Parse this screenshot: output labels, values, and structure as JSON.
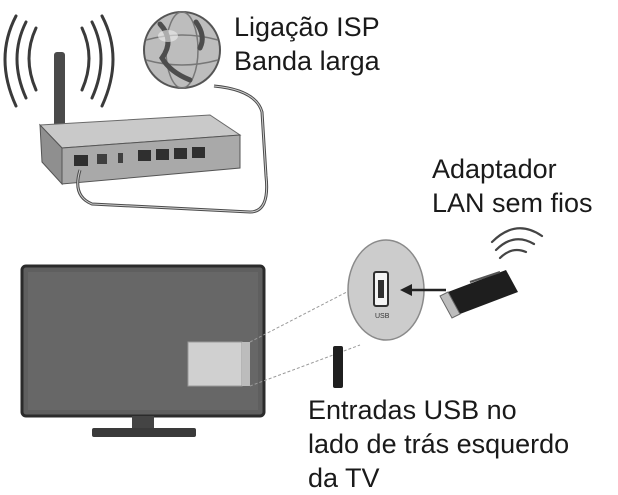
{
  "labels": {
    "isp": {
      "line1": "Ligação ISP",
      "line2": "Banda larga"
    },
    "adapter": {
      "line1": "Adaptador",
      "line2": "LAN sem fios"
    },
    "usb": {
      "line1": "Entradas USB no",
      "line2": "lado de trás esquerdo",
      "line3": "da TV"
    }
  },
  "usb_port_tag": "USB",
  "colors": {
    "device_gray": "#a9a9a9",
    "screen_dark": "#5f5f5f",
    "outline": "#2b2b2b",
    "panel_light": "#d8d8d8",
    "cable": "#555555"
  },
  "icons": {
    "router": "router-icon",
    "globe": "globe-icon",
    "dongle": "wifi-dongle-icon",
    "tv": "tv-icon"
  }
}
